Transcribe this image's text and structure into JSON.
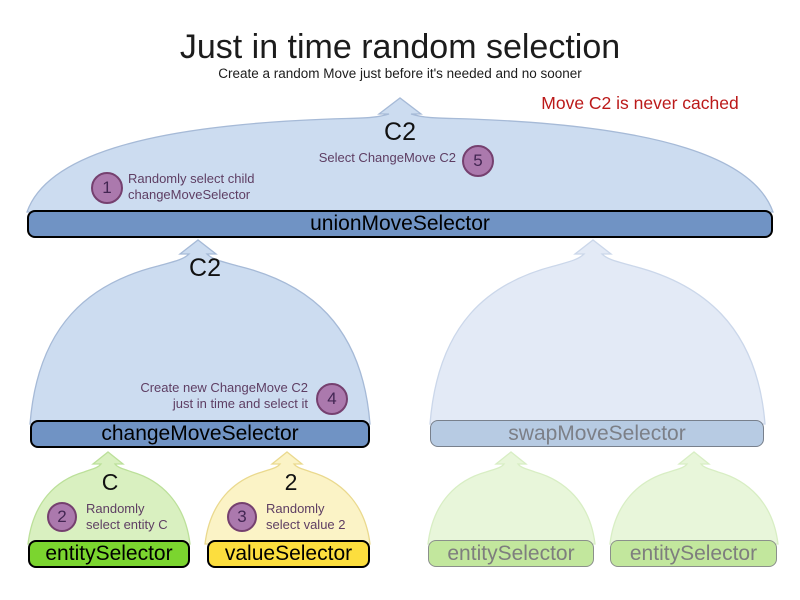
{
  "header": {
    "title": "Just in time random selection",
    "subtitle": "Create a random Move just before it's needed and no sooner",
    "note": "Move C2 is never cached"
  },
  "selectors": {
    "union": {
      "label": "unionMoveSelector",
      "funnel_label": "C2"
    },
    "change": {
      "label": "changeMoveSelector",
      "funnel_label": "C2"
    },
    "swap": {
      "label": "swapMoveSelector"
    },
    "entity": {
      "label": "entitySelector",
      "funnel_label": "C"
    },
    "value": {
      "label": "valueSelector",
      "funnel_label": "2"
    },
    "entity_faded_1": {
      "label": "entitySelector"
    },
    "entity_faded_2": {
      "label": "entitySelector"
    }
  },
  "steps": {
    "s1": {
      "num": "1",
      "line1": "Randomly select child",
      "line2": "changeMoveSelector"
    },
    "s2": {
      "num": "2",
      "line1": "Randomly",
      "line2": "select entity C"
    },
    "s3": {
      "num": "3",
      "line1": "Randomly",
      "line2": "select value 2"
    },
    "s4": {
      "num": "4",
      "line1": "Create new ChangeMove C2",
      "line2": "just in time and select it"
    },
    "s5": {
      "num": "5",
      "line1": "Select ChangeMove C2"
    }
  },
  "colors": {
    "note_red": "#bb1919",
    "bar_blue": "#7093c4",
    "bar_blue_faded": "#b7cbe3",
    "bar_green": "#7bd52f",
    "bar_green_faded": "#c2e79d",
    "bar_yellow": "#fcde3e",
    "funnel_blue": "#ccdcf0",
    "funnel_blue_stroke": "#a6bad7",
    "funnel_blue_faded": "#e3eaf6",
    "funnel_blue_faded_stroke": "#cbd7ea",
    "funnel_green": "#d9f0c0",
    "funnel_green_stroke": "#bce09a",
    "funnel_green_faded": "#e8f6da",
    "funnel_green_faded_stroke": "#d8eec4",
    "funnel_yellow": "#fbf3c6",
    "funnel_yellow_stroke": "#ead98e",
    "circle_fill": "#ab79ad",
    "circle_border": "#75406f",
    "circle_text": "#432653",
    "step_text": "#5e3e63"
  }
}
